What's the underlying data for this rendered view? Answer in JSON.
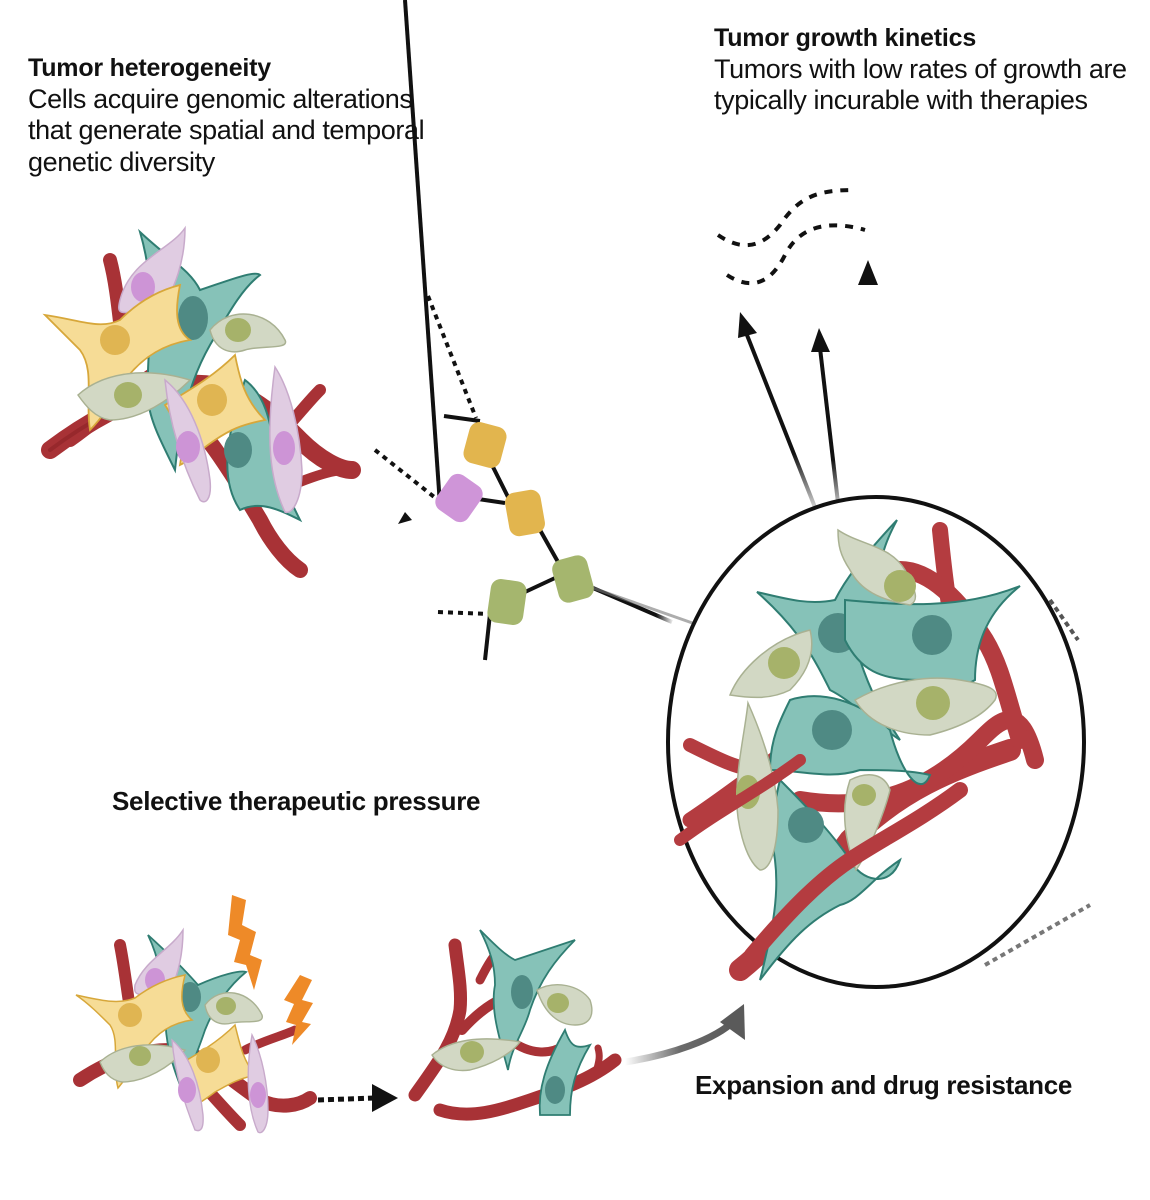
{
  "figure": {
    "panels": {
      "heterogeneity": {
        "title": "Tumor heterogeneity",
        "description_lines": [
          "Cells acquire genomic alterations",
          "that generate spatial and temporal",
          "genetic diversity"
        ]
      },
      "growth_kinetics": {
        "title": "Tumor growth kinetics",
        "description_lines": [
          "Tumors with low rates of growth are",
          "typically incurable with therapies"
        ]
      },
      "therapeutic_pressure": {
        "title": "Selective therapeutic pressure"
      },
      "expansion": {
        "title": "Expansion and drug resistance"
      }
    },
    "icons": {
      "lightning": "lightning-bolt-icon",
      "arrow": "arrow-icon"
    },
    "colors": {
      "vessel": "#a83236",
      "vessel_dark": "#8c2227",
      "teal_cell": "#86c2b8",
      "teal_nucleus": "#4f8a84",
      "teal_outline": "#2f7d72",
      "yellow_cell": "#f6dc96",
      "yellow_nucleus": "#e0b552",
      "yellow_outline": "#d7a73a",
      "sage_cell": "#d2d8c4",
      "sage_nucleus": "#a6b26a",
      "lilac_cell": "#e0cce2",
      "lilac_nucleus": "#cd94d6",
      "node_yellow": "#e2b54e",
      "node_purple": "#cf95d8",
      "node_green": "#a5b66e",
      "lightning": "#ee8a28",
      "line": "#111111",
      "arrow_grey": "#5a5a5a"
    }
  }
}
